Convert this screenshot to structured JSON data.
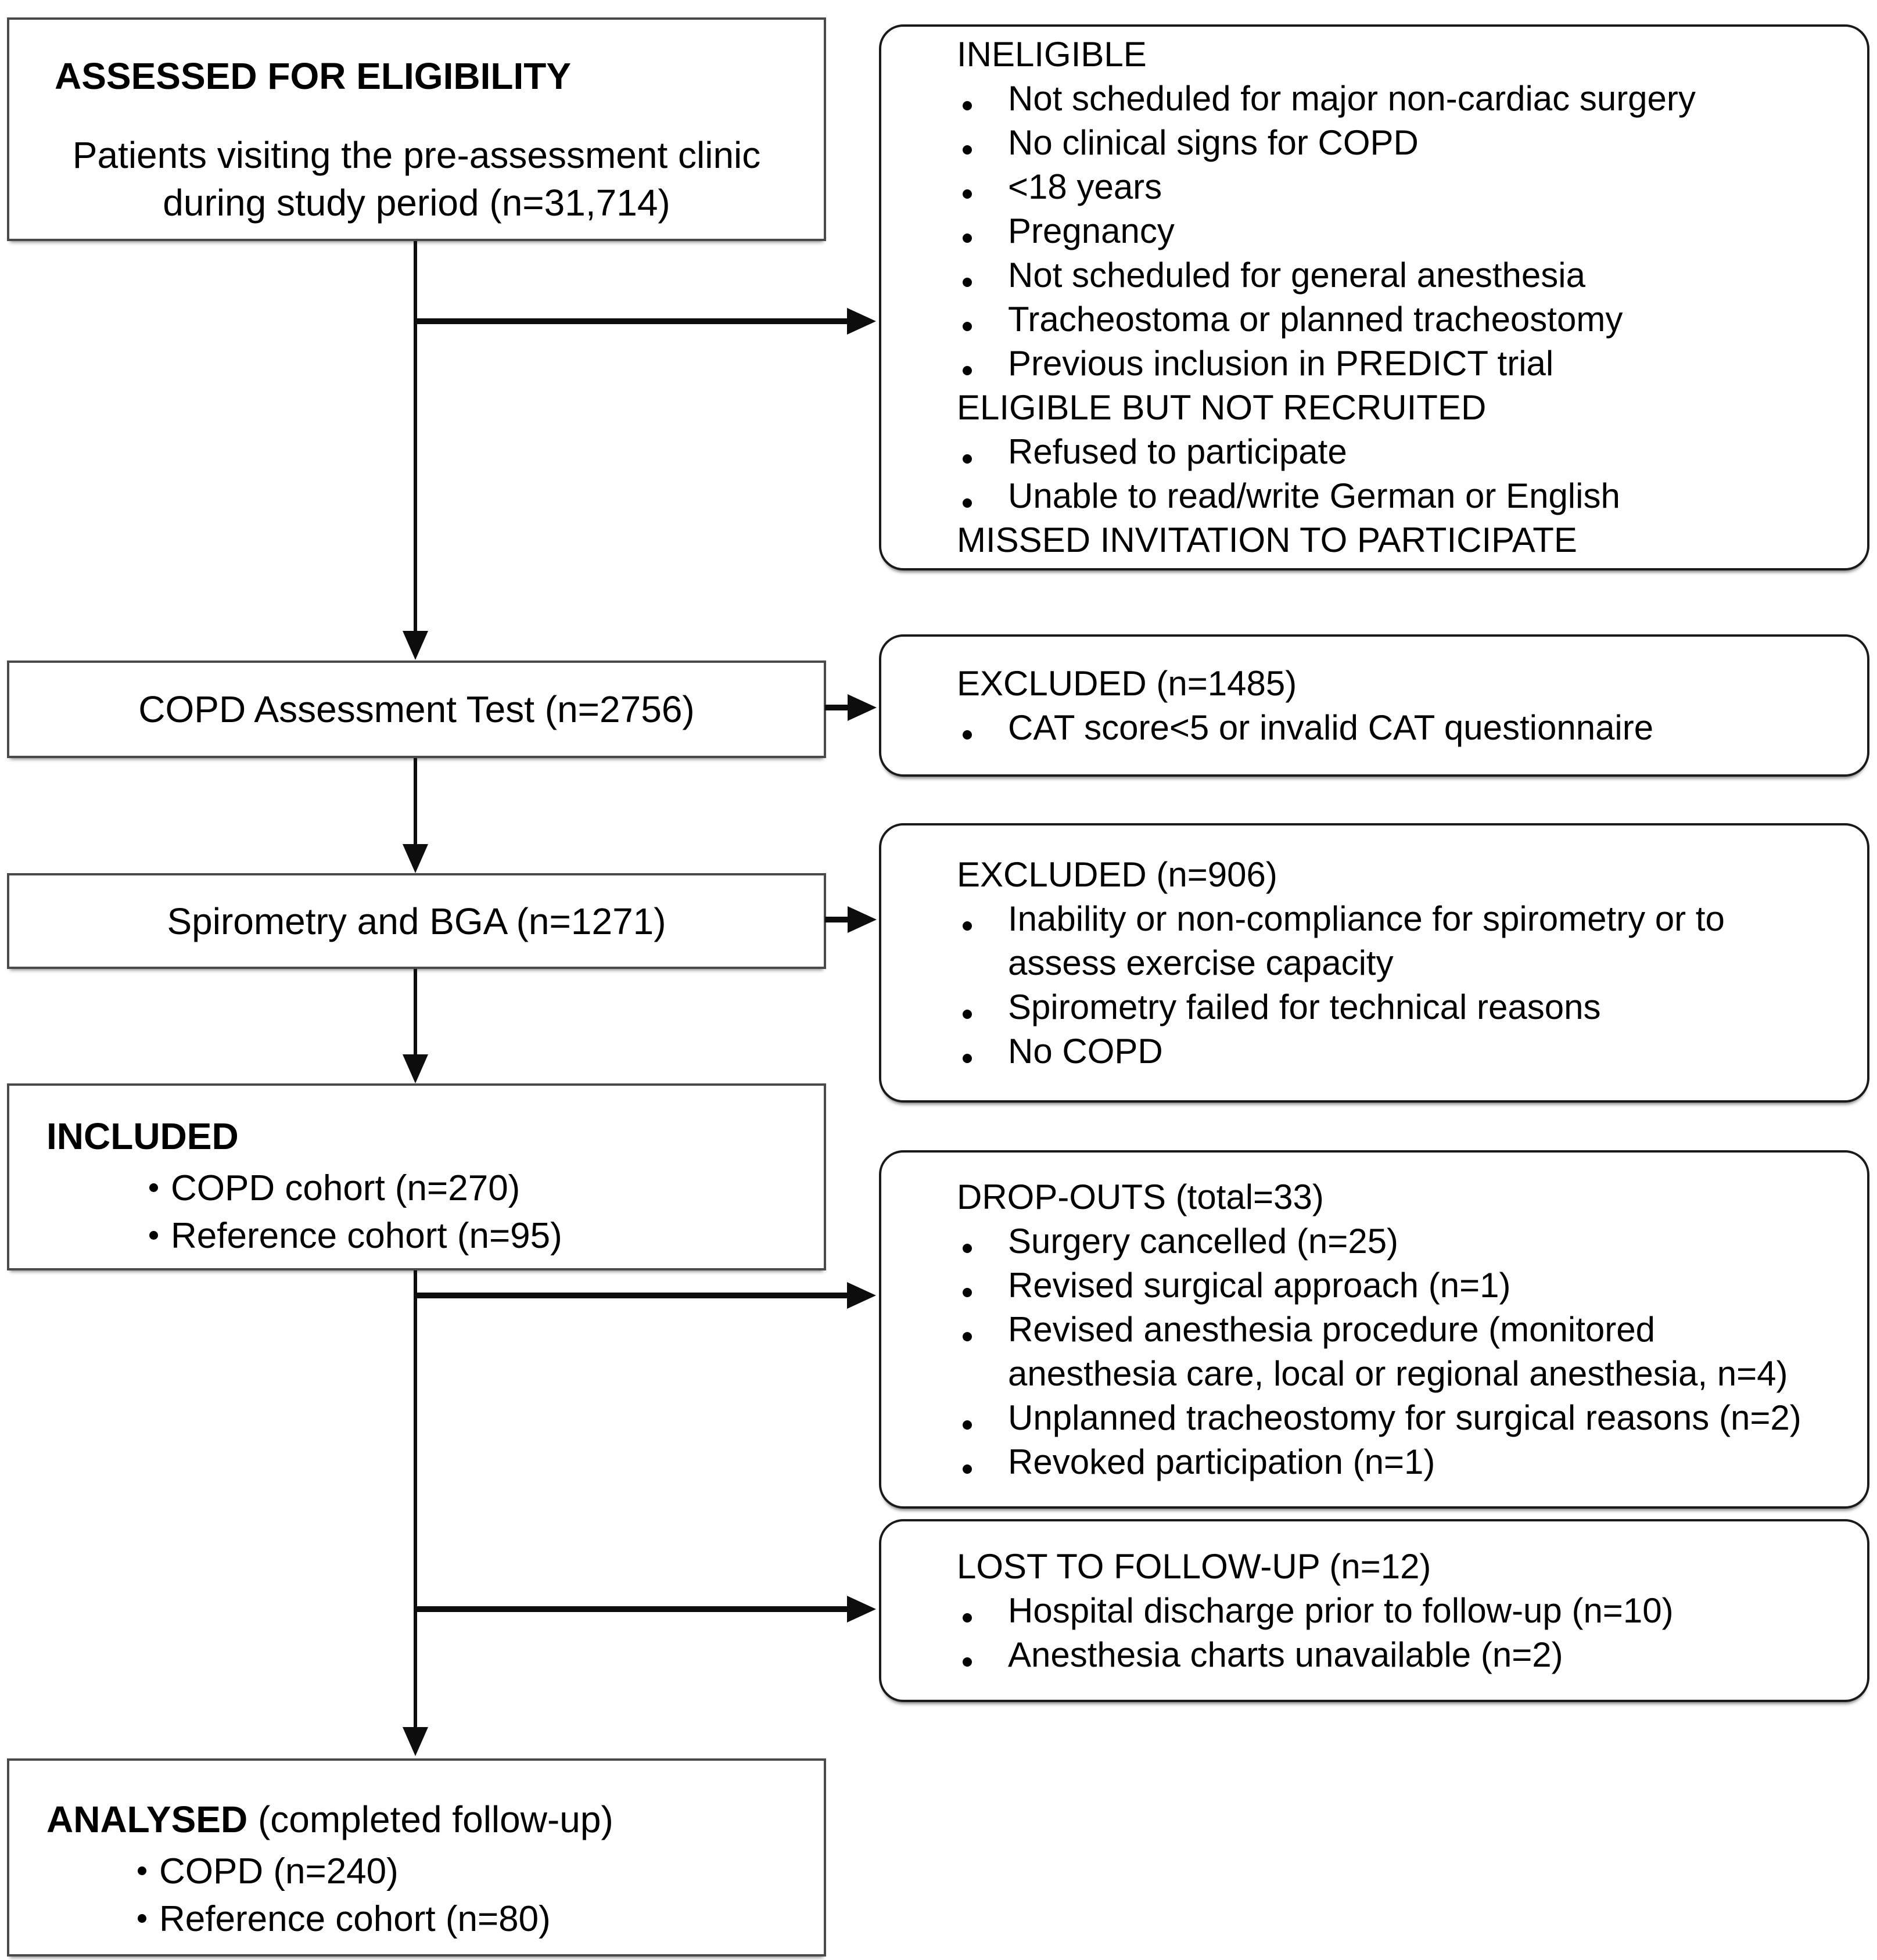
{
  "flowchart": {
    "left_boxes": {
      "assessed": {
        "title": "ASSESSED FOR ELIGIBILITY",
        "body_line1": "Patients visiting the pre-assessment clinic",
        "body_line2": "during study period (n=31,714)"
      },
      "cat_test": {
        "text": "COPD Assessment Test (n=2756)"
      },
      "spirometry": {
        "text": "Spirometry and BGA (n=1271)"
      },
      "included": {
        "title": "INCLUDED",
        "bullet1": "COPD cohort (n=270)",
        "bullet2": "Reference cohort (n=95)"
      },
      "analysed": {
        "title": "ANALYSED",
        "title_suffix": " (completed follow-up)",
        "bullet1": "COPD (n=240)",
        "bullet2": "Reference cohort (n=80)"
      }
    },
    "right_boxes": {
      "ineligible": {
        "header1": "INELIGIBLE",
        "bullet1": "Not scheduled for major non-cardiac surgery",
        "bullet2": "No clinical signs for COPD",
        "bullet3": "<18 years",
        "bullet4": "Pregnancy",
        "bullet5": "Not scheduled for general anesthesia",
        "bullet6": "Tracheostoma or planned tracheostomy",
        "bullet7": "Previous inclusion in PREDICT trial",
        "header2": "ELIGIBLE BUT NOT RECRUITED",
        "bullet8": "Refused to participate",
        "bullet9": "Unable to read/write German or English",
        "header3": "MISSED INVITATION TO PARTICIPATE"
      },
      "excluded_cat": {
        "header": "EXCLUDED (n=1485)",
        "bullet1": "CAT score<5 or invalid CAT questionnaire"
      },
      "excluded_spiro": {
        "header": "EXCLUDED (n=906)",
        "bullet1": "Inability or non-compliance for spirometry or to assess exercise capacity",
        "bullet2": "Spirometry failed for technical reasons",
        "bullet3": "No COPD"
      },
      "dropouts": {
        "header": "DROP-OUTS (total=33)",
        "bullet1": "Surgery cancelled (n=25)",
        "bullet2": "Revised surgical approach (n=1)",
        "bullet3": "Revised anesthesia procedure (monitored anesthesia care, local or regional anesthesia, n=4)",
        "bullet4": "Unplanned tracheostomy for surgical reasons (n=2)",
        "bullet5": "Revoked participation (n=1)"
      },
      "lost_followup": {
        "header": "LOST TO FOLLOW-UP (n=12)",
        "bullet1": "Hospital discharge prior to follow-up (n=10)",
        "bullet2": "Anesthesia charts unavailable (n=2)"
      }
    },
    "colors": {
      "left_box_border": "#4a4a4a",
      "right_box_border": "#1a1a1a",
      "arrow": "#0d0d0d",
      "background": "#ffffff"
    }
  }
}
